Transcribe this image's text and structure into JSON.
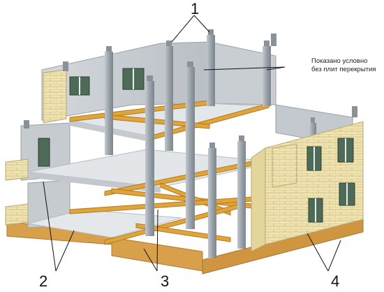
{
  "callouts": {
    "label_1": "1",
    "label_2": "2",
    "label_3": "3",
    "label_4": "4"
  },
  "note": {
    "line1": "Показано условно",
    "line2": "без плит перекрытия"
  },
  "colors": {
    "slab": "#dfe3e6",
    "slab_edge": "#b9c0c6",
    "column": "#a7aeb5",
    "column_dark": "#848b92",
    "beam": "#e0a53a",
    "beam_dark": "#b5791f",
    "brick": "#efe3b0",
    "brick_line": "#c9b980",
    "foundation": "#d9a04b",
    "wall": "#c7ccd1",
    "window": "#4d6b57"
  }
}
